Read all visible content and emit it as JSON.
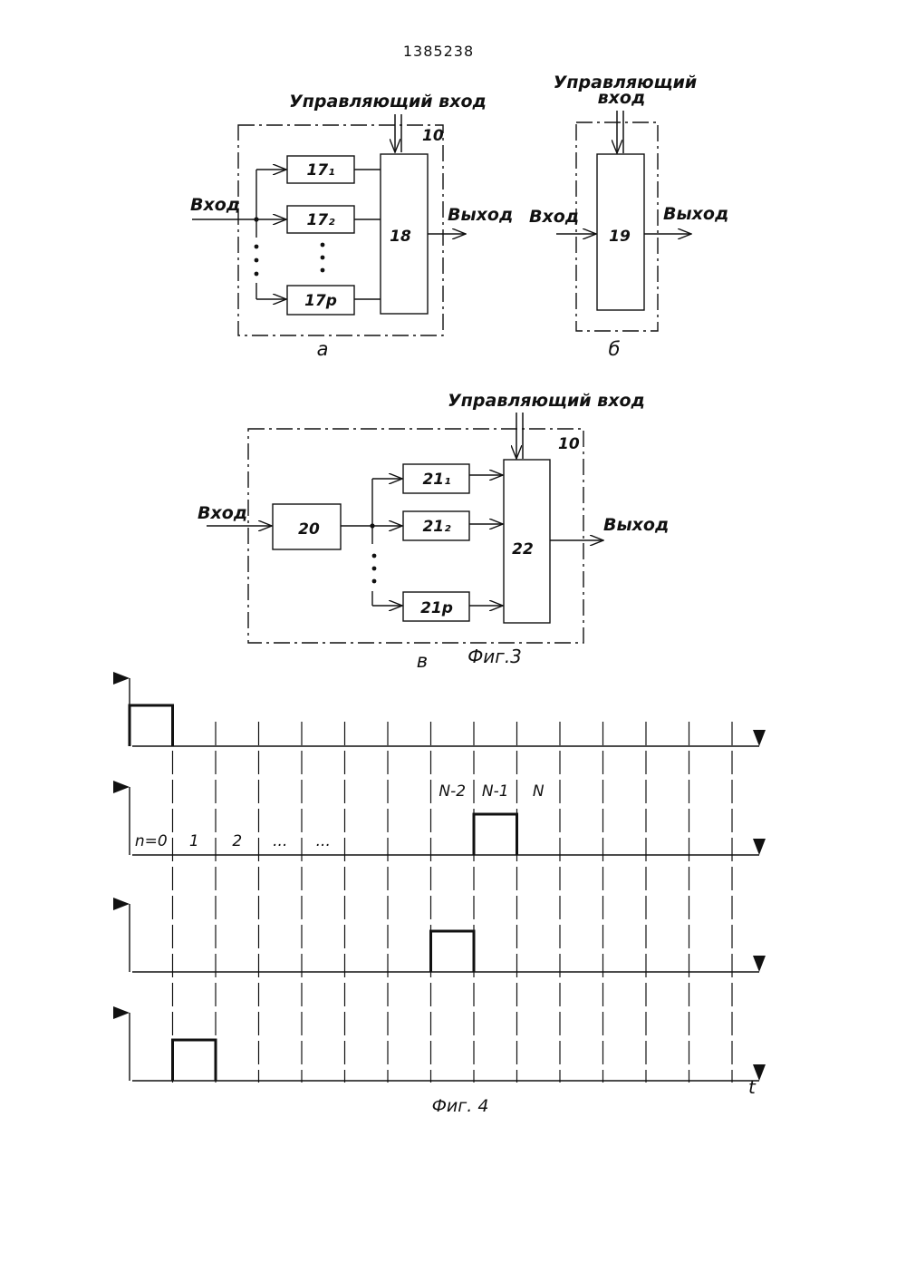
{
  "page": {
    "patent_number": "1385238"
  },
  "fig3": {
    "a": {
      "input_label": "Вход",
      "output_label": "Выход",
      "control_label": "Управляющий вход",
      "unit_ref": "10",
      "filter_1": "17₁",
      "filter_2": "17₂",
      "filter_p": "17p",
      "combiner": "18",
      "sublabel": "а"
    },
    "b": {
      "input_label": "Вход",
      "output_label": "Выход",
      "control_label_line1": "Управляющий",
      "control_label_line2": "вход",
      "block": "19",
      "sublabel": "б"
    },
    "c": {
      "input_label": "Вход",
      "output_label": "Выход",
      "control_label": "Управляющий вход",
      "unit_ref": "10",
      "pre_block": "20",
      "filter_1": "21₁",
      "filter_2": "21₂",
      "filter_p": "21p",
      "combiner": "22",
      "sublabel": "в"
    },
    "caption": "Фиг.3"
  },
  "fig4": {
    "slot_labels": [
      "n=0",
      "1",
      "2",
      "...",
      "...",
      "N-2",
      "N-1",
      "N"
    ],
    "pulse_slot_by_row": [
      0,
      8,
      7,
      1
    ],
    "time_label": "t",
    "caption": "Фиг. 4"
  }
}
